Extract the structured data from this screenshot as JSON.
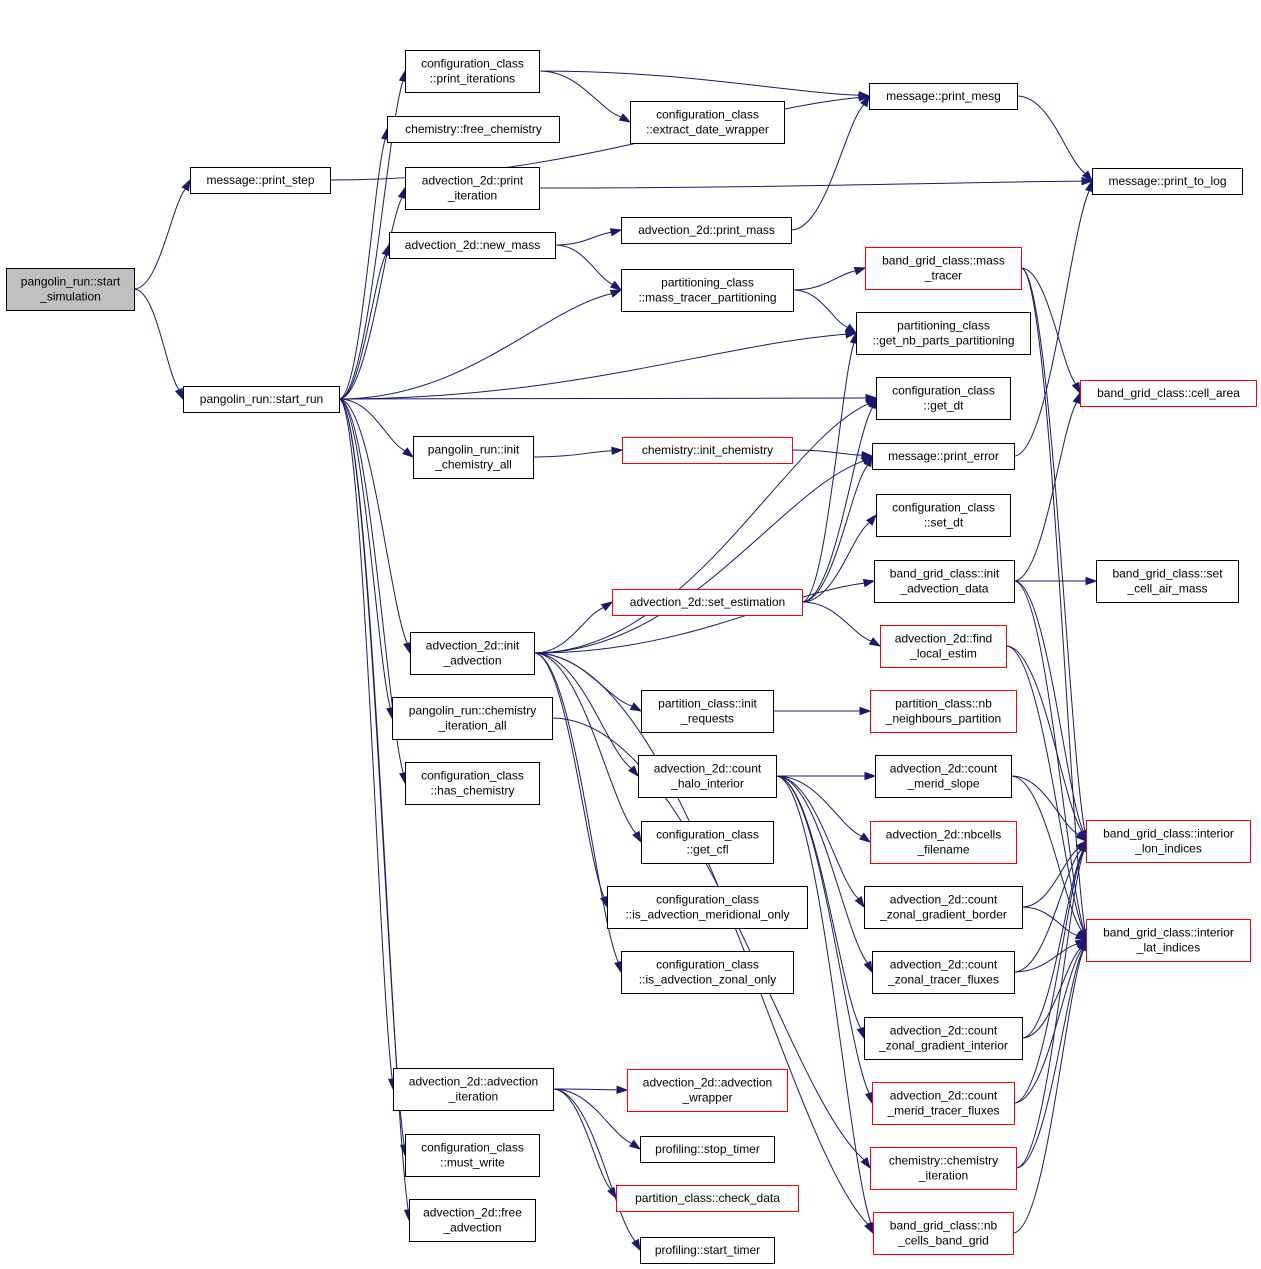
{
  "graph": {
    "edge_color": "#191970",
    "external_node_border": "#ff0000",
    "root_fill": "#bfbfbf",
    "nodes": [
      {
        "id": "start_simulation",
        "lines": [
          "pangolin_run::start",
          "_simulation"
        ],
        "kind": "root"
      },
      {
        "id": "print_step",
        "lines": [
          "message::print_step"
        ],
        "kind": "normal"
      },
      {
        "id": "start_run",
        "lines": [
          "pangolin_run::start_run"
        ],
        "kind": "normal"
      },
      {
        "id": "print_iterations",
        "lines": [
          "configuration_class",
          "::print_iterations"
        ],
        "kind": "normal"
      },
      {
        "id": "free_chemistry",
        "lines": [
          "chemistry::free_chemistry"
        ],
        "kind": "normal"
      },
      {
        "id": "adv_print_iteration",
        "lines": [
          "advection_2d::print",
          "_iteration"
        ],
        "kind": "normal"
      },
      {
        "id": "new_mass",
        "lines": [
          "advection_2d::new_mass"
        ],
        "kind": "normal"
      },
      {
        "id": "init_chemistry_all",
        "lines": [
          "pangolin_run::init",
          "_chemistry_all"
        ],
        "kind": "normal"
      },
      {
        "id": "init_advection",
        "lines": [
          "advection_2d::init",
          "_advection"
        ],
        "kind": "normal"
      },
      {
        "id": "chemistry_iteration_all",
        "lines": [
          "pangolin_run::chemistry",
          "_iteration_all"
        ],
        "kind": "normal"
      },
      {
        "id": "has_chemistry",
        "lines": [
          "configuration_class",
          "::has_chemistry"
        ],
        "kind": "normal"
      },
      {
        "id": "advection_iteration",
        "lines": [
          "advection_2d::advection",
          "_iteration"
        ],
        "kind": "normal"
      },
      {
        "id": "must_write",
        "lines": [
          "configuration_class",
          "::must_write"
        ],
        "kind": "normal"
      },
      {
        "id": "free_advection",
        "lines": [
          "advection_2d::free",
          "_advection"
        ],
        "kind": "normal"
      },
      {
        "id": "extract_date_wrapper",
        "lines": [
          "configuration_class",
          "::extract_date_wrapper"
        ],
        "kind": "normal"
      },
      {
        "id": "print_mesg",
        "lines": [
          "message::print_mesg"
        ],
        "kind": "normal"
      },
      {
        "id": "print_to_log",
        "lines": [
          "message::print_to_log"
        ],
        "kind": "normal"
      },
      {
        "id": "print_mass",
        "lines": [
          "advection_2d::print_mass"
        ],
        "kind": "normal"
      },
      {
        "id": "mass_tracer_partitioning",
        "lines": [
          "partitioning_class",
          "::mass_tracer_partitioning"
        ],
        "kind": "normal"
      },
      {
        "id": "mass_tracer",
        "lines": [
          "band_grid_class::mass",
          "_tracer"
        ],
        "kind": "external"
      },
      {
        "id": "get_nb_parts",
        "lines": [
          "partitioning_class",
          "::get_nb_parts_partitioning"
        ],
        "kind": "normal"
      },
      {
        "id": "cell_area",
        "lines": [
          "band_grid_class::cell_area"
        ],
        "kind": "external"
      },
      {
        "id": "get_dt",
        "lines": [
          "configuration_class",
          "::get_dt"
        ],
        "kind": "normal"
      },
      {
        "id": "init_chemistry",
        "lines": [
          "chemistry::init_chemistry"
        ],
        "kind": "external"
      },
      {
        "id": "print_error",
        "lines": [
          "message::print_error"
        ],
        "kind": "normal"
      },
      {
        "id": "set_dt",
        "lines": [
          "configuration_class",
          "::set_dt"
        ],
        "kind": "normal"
      },
      {
        "id": "set_estimation",
        "lines": [
          "advection_2d::set_estimation"
        ],
        "kind": "external"
      },
      {
        "id": "init_advection_data",
        "lines": [
          "band_grid_class::init",
          "_advection_data"
        ],
        "kind": "normal"
      },
      {
        "id": "set_cell_air_mass",
        "lines": [
          "band_grid_class::set",
          "_cell_air_mass"
        ],
        "kind": "normal"
      },
      {
        "id": "find_local_estim",
        "lines": [
          "advection_2d::find",
          "_local_estim"
        ],
        "kind": "external"
      },
      {
        "id": "init_requests",
        "lines": [
          "partition_class::init",
          "_requests"
        ],
        "kind": "normal"
      },
      {
        "id": "nb_neighbours",
        "lines": [
          "partition_class::nb",
          "_neighbours_partition"
        ],
        "kind": "external"
      },
      {
        "id": "count_halo_interior",
        "lines": [
          "advection_2d::count",
          "_halo_interior"
        ],
        "kind": "normal"
      },
      {
        "id": "count_merid_slope",
        "lines": [
          "advection_2d::count",
          "_merid_slope"
        ],
        "kind": "normal"
      },
      {
        "id": "nbcells_filename",
        "lines": [
          "advection_2d::nbcells",
          "_filename"
        ],
        "kind": "external"
      },
      {
        "id": "interior_lon",
        "lines": [
          "band_grid_class::interior",
          "_lon_indices"
        ],
        "kind": "external"
      },
      {
        "id": "get_cfl",
        "lines": [
          "configuration_class",
          "::get_cfl"
        ],
        "kind": "normal"
      },
      {
        "id": "is_merid_only",
        "lines": [
          "configuration_class",
          "::is_advection_meridional_only"
        ],
        "kind": "normal"
      },
      {
        "id": "count_zonal_grad_border",
        "lines": [
          "advection_2d::count",
          "_zonal_gradient_border"
        ],
        "kind": "normal"
      },
      {
        "id": "interior_lat",
        "lines": [
          "band_grid_class::interior",
          "_lat_indices"
        ],
        "kind": "external"
      },
      {
        "id": "is_zonal_only",
        "lines": [
          "configuration_class",
          "::is_advection_zonal_only"
        ],
        "kind": "normal"
      },
      {
        "id": "count_zonal_tracer_fluxes",
        "lines": [
          "advection_2d::count",
          "_zonal_tracer_fluxes"
        ],
        "kind": "normal"
      },
      {
        "id": "count_zonal_grad_interior",
        "lines": [
          "advection_2d::count",
          "_zonal_gradient_interior"
        ],
        "kind": "normal"
      },
      {
        "id": "advection_wrapper",
        "lines": [
          "advection_2d::advection",
          "_wrapper"
        ],
        "kind": "external"
      },
      {
        "id": "count_merid_tracer_fluxes",
        "lines": [
          "advection_2d::count",
          "_merid_tracer_fluxes"
        ],
        "kind": "external"
      },
      {
        "id": "stop_timer",
        "lines": [
          "profiling::stop_timer"
        ],
        "kind": "normal"
      },
      {
        "id": "chemistry_iteration",
        "lines": [
          "chemistry::chemistry",
          "_iteration"
        ],
        "kind": "external"
      },
      {
        "id": "check_data",
        "lines": [
          "partition_class::check_data"
        ],
        "kind": "external"
      },
      {
        "id": "nb_cells_band_grid",
        "lines": [
          "band_grid_class::nb",
          "_cells_band_grid"
        ],
        "kind": "external"
      },
      {
        "id": "start_timer",
        "lines": [
          "profiling::start_timer"
        ],
        "kind": "normal"
      }
    ],
    "edges": [
      [
        "start_simulation",
        "print_step"
      ],
      [
        "start_simulation",
        "start_run"
      ],
      [
        "print_step",
        "print_mesg"
      ],
      [
        "start_run",
        "print_iterations"
      ],
      [
        "start_run",
        "free_chemistry"
      ],
      [
        "start_run",
        "adv_print_iteration"
      ],
      [
        "start_run",
        "new_mass"
      ],
      [
        "start_run",
        "mass_tracer_partitioning"
      ],
      [
        "start_run",
        "get_nb_parts"
      ],
      [
        "start_run",
        "get_dt"
      ],
      [
        "start_run",
        "init_chemistry_all"
      ],
      [
        "start_run",
        "init_advection"
      ],
      [
        "start_run",
        "chemistry_iteration_all"
      ],
      [
        "start_run",
        "has_chemistry"
      ],
      [
        "start_run",
        "advection_iteration"
      ],
      [
        "start_run",
        "must_write"
      ],
      [
        "start_run",
        "free_advection"
      ],
      [
        "print_iterations",
        "print_mesg"
      ],
      [
        "print_iterations",
        "extract_date_wrapper"
      ],
      [
        "print_mesg",
        "print_to_log"
      ],
      [
        "adv_print_iteration",
        "print_to_log"
      ],
      [
        "new_mass",
        "print_mass"
      ],
      [
        "new_mass",
        "mass_tracer_partitioning"
      ],
      [
        "print_mass",
        "print_mesg"
      ],
      [
        "mass_tracer_partitioning",
        "mass_tracer"
      ],
      [
        "mass_tracer_partitioning",
        "get_nb_parts"
      ],
      [
        "mass_tracer",
        "cell_area"
      ],
      [
        "mass_tracer",
        "interior_lon"
      ],
      [
        "mass_tracer",
        "interior_lat"
      ],
      [
        "print_error",
        "print_to_log"
      ],
      [
        "init_chemistry_all",
        "init_chemistry"
      ],
      [
        "init_chemistry",
        "print_error"
      ],
      [
        "init_advection",
        "get_dt"
      ],
      [
        "init_advection",
        "print_error"
      ],
      [
        "init_advection",
        "set_estimation"
      ],
      [
        "init_advection",
        "init_advection_data"
      ],
      [
        "init_advection",
        "init_requests"
      ],
      [
        "init_advection",
        "count_halo_interior"
      ],
      [
        "init_advection",
        "get_cfl"
      ],
      [
        "init_advection",
        "is_merid_only"
      ],
      [
        "init_advection",
        "is_zonal_only"
      ],
      [
        "init_advection",
        "nb_cells_band_grid"
      ],
      [
        "set_estimation",
        "get_nb_parts"
      ],
      [
        "set_estimation",
        "get_dt"
      ],
      [
        "set_estimation",
        "print_error"
      ],
      [
        "set_estimation",
        "set_dt"
      ],
      [
        "set_estimation",
        "find_local_estim"
      ],
      [
        "init_advection_data",
        "set_cell_air_mass"
      ],
      [
        "init_advection_data",
        "cell_area"
      ],
      [
        "init_advection_data",
        "interior_lon"
      ],
      [
        "init_advection_data",
        "interior_lat"
      ],
      [
        "find_local_estim",
        "interior_lon"
      ],
      [
        "find_local_estim",
        "interior_lat"
      ],
      [
        "init_requests",
        "nb_neighbours"
      ],
      [
        "count_halo_interior",
        "count_merid_slope"
      ],
      [
        "count_halo_interior",
        "nbcells_filename"
      ],
      [
        "count_halo_interior",
        "count_zonal_grad_border"
      ],
      [
        "count_halo_interior",
        "count_zonal_tracer_fluxes"
      ],
      [
        "count_halo_interior",
        "count_zonal_grad_interior"
      ],
      [
        "count_halo_interior",
        "count_merid_tracer_fluxes"
      ],
      [
        "count_halo_interior",
        "nb_cells_band_grid"
      ],
      [
        "count_merid_slope",
        "interior_lon"
      ],
      [
        "count_merid_slope",
        "interior_lat"
      ],
      [
        "count_zonal_grad_border",
        "interior_lon"
      ],
      [
        "count_zonal_grad_border",
        "interior_lat"
      ],
      [
        "count_zonal_tracer_fluxes",
        "interior_lon"
      ],
      [
        "count_zonal_tracer_fluxes",
        "interior_lat"
      ],
      [
        "count_zonal_grad_interior",
        "interior_lon"
      ],
      [
        "count_zonal_grad_interior",
        "interior_lat"
      ],
      [
        "count_merid_tracer_fluxes",
        "interior_lon"
      ],
      [
        "count_merid_tracer_fluxes",
        "interior_lat"
      ],
      [
        "chemistry_iteration_all",
        "chemistry_iteration"
      ],
      [
        "chemistry_iteration",
        "interior_lon"
      ],
      [
        "chemistry_iteration",
        "interior_lat"
      ],
      [
        "nb_cells_band_grid",
        "interior_lat"
      ],
      [
        "advection_iteration",
        "advection_wrapper"
      ],
      [
        "advection_iteration",
        "stop_timer"
      ],
      [
        "advection_iteration",
        "check_data"
      ],
      [
        "advection_iteration",
        "start_timer"
      ]
    ]
  }
}
